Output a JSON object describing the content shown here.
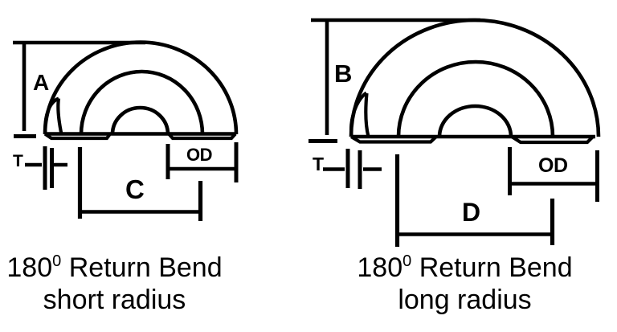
{
  "colors": {
    "background": "#ffffff",
    "line": "#000000",
    "text": "#000000"
  },
  "left_diagram": {
    "height_label": "A",
    "thickness_label": "T",
    "center_to_center_label": "C",
    "outer_diameter_label": "OD",
    "caption": {
      "angle": "180",
      "degree_sup": "0",
      "title": " Return Bend",
      "subtitle": "short radius"
    }
  },
  "right_diagram": {
    "height_label": "B",
    "thickness_label": "T",
    "center_to_center_label": "D",
    "outer_diameter_label": "OD",
    "caption": {
      "angle": "180",
      "degree_sup": "0",
      "title": " Return Bend",
      "subtitle": "long radius"
    }
  }
}
